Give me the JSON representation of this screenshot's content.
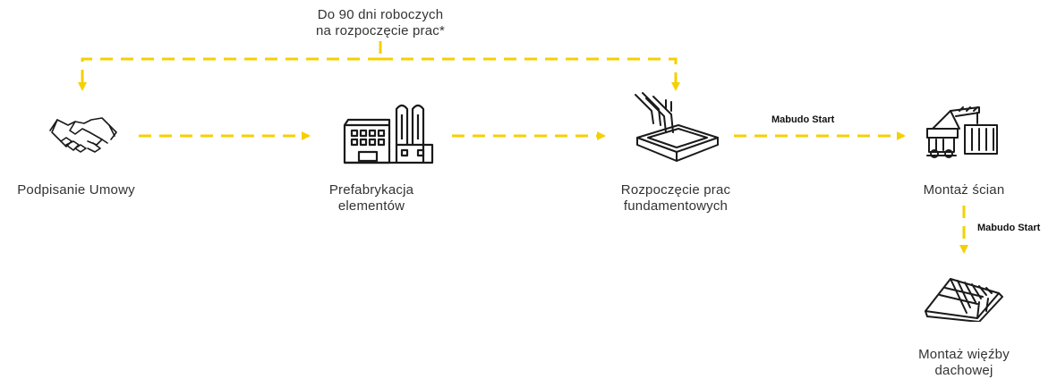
{
  "colors": {
    "connector": "#f5d000",
    "icon_stroke": "#1a1a1a",
    "text": "#333333"
  },
  "timing_note": {
    "line1": "Do 90 dni roboczych",
    "line2": "na rozpoczęcie prac*"
  },
  "steps": [
    {
      "icon": "handshake-icon",
      "label_line1": "Podpisanie Umowy",
      "label_line2": ""
    },
    {
      "icon": "factory-icon",
      "label_line1": "Prefabrykacja",
      "label_line2": "elementów"
    },
    {
      "icon": "foundation-pour-icon",
      "label_line1": "Rozpoczęcie prac",
      "label_line2": "fundamentowych"
    },
    {
      "icon": "crane-container-icon",
      "label_line1": "Montaż ścian",
      "label_line2": ""
    },
    {
      "icon": "roof-truss-icon",
      "label_line1": "Montaż więźby",
      "label_line2": "dachowej"
    }
  ],
  "connector_tags": {
    "to_walls": "Mabudo Start",
    "to_roof": "Mabudo Start"
  }
}
